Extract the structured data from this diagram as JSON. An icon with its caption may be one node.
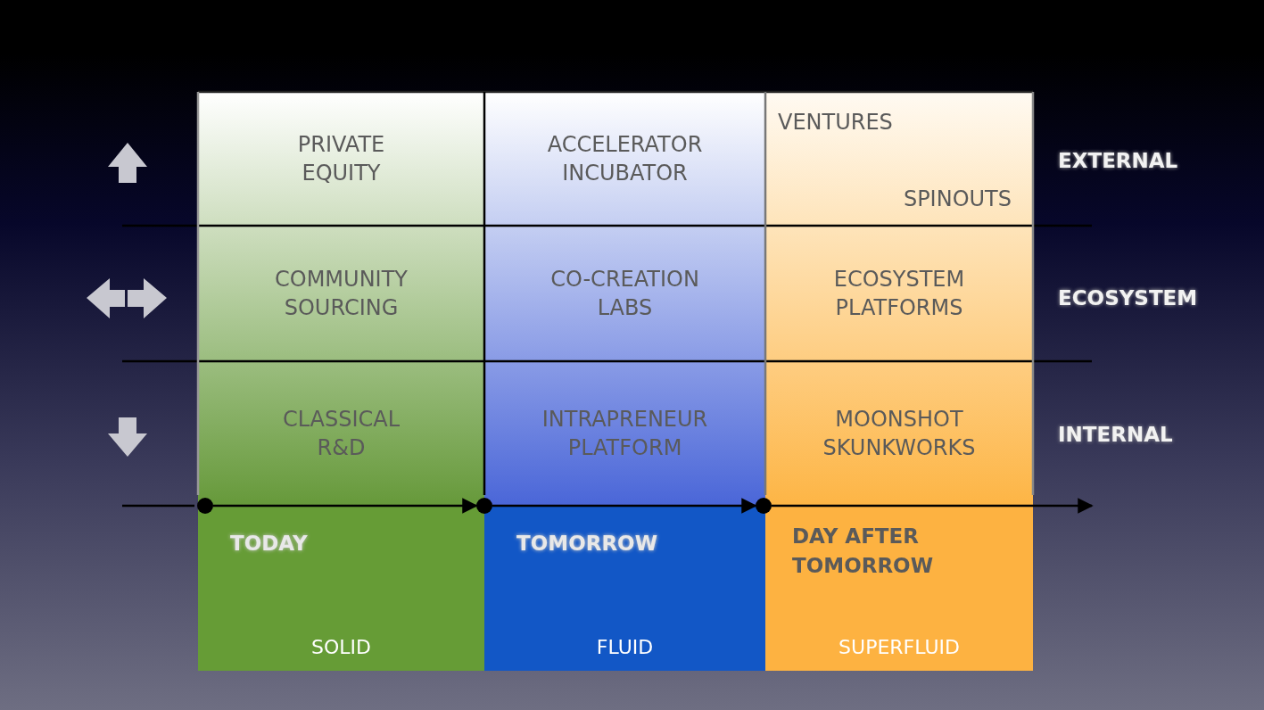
{
  "diagram": {
    "nodes": [
      {
        "text": [
          "PRIVATE EQUITY"
        ]
      },
      {
        "text": [
          "ACCELERATOR INCUBATOR"
        ]
      },
      {
        "text": [
          "VENTURES",
          "SPINOUTS"
        ]
      },
      {
        "text": [
          "COMMUNITY SOURCING"
        ]
      },
      {
        "text": [
          "CO-CREATION LABS"
        ]
      },
      {
        "text": [
          "ECOSYSTEM PLATFORMS"
        ]
      },
      {
        "text": [
          "CLASSICAL R&D"
        ]
      },
      {
        "text": [
          "INTRAPRENEUR PLATFORM"
        ]
      },
      {
        "text": [
          "MOONSHOT SKUNKWORKS"
        ]
      },
      {
        "text": [],
        "shape": "circle"
      },
      {
        "text": [],
        "shape": "circle"
      },
      {
        "text": [],
        "shape": "circle"
      },
      {
        "text": [
          "TODAY",
          "SOLID"
        ]
      },
      {
        "text": [
          "TOMORROW",
          "FLUID"
        ]
      },
      {
        "text": [
          "DAY AFTER TOMORROW",
          "SUPERFLUID"
        ]
      }
    ],
    "edges": [
      {
        "from": 9,
        "to": 10,
        "arrow": "to"
      },
      {
        "from": 10,
        "to": 11,
        "arrow": "to"
      },
      {
        "from": 11,
        "to": null,
        "arrow": "to"
      }
    ],
    "labels": [
      "EXTERNAL",
      "ECOSYSTEM",
      "INTERNAL"
    ]
  }
}
